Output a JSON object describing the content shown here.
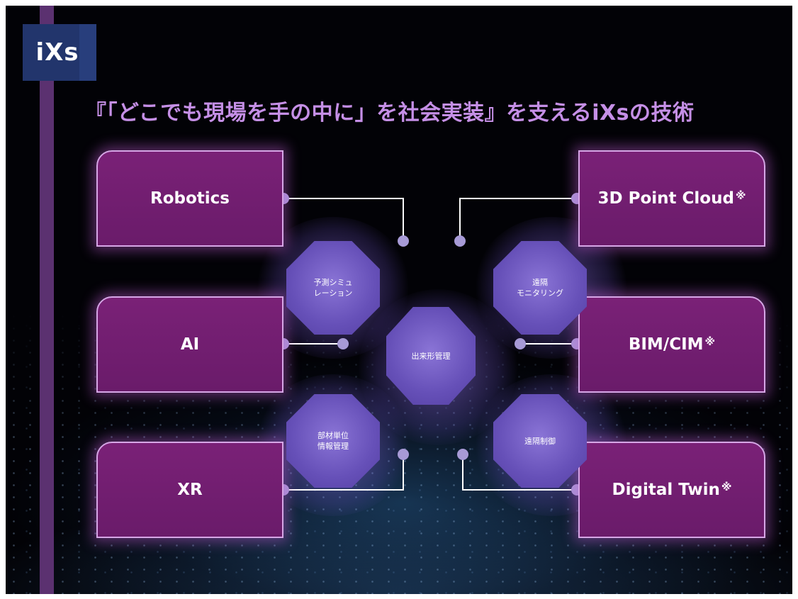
{
  "logo": {
    "text": "iXs"
  },
  "title": "『「どこでも現場を手の中に」を社会実装』を支えるiXsの技術",
  "technologies": {
    "robotics": {
      "label": "Robotics",
      "mark": ""
    },
    "point_cloud": {
      "label": "3D Point Cloud",
      "mark": "※"
    },
    "ai": {
      "label": "AI",
      "mark": ""
    },
    "bim_cim": {
      "label": "BIM/CIM",
      "mark": "※"
    },
    "xr": {
      "label": "XR",
      "mark": ""
    },
    "digital_twin": {
      "label": "Digital Twin",
      "mark": "※"
    }
  },
  "applications": {
    "prediction": {
      "line1": "予測シミュ",
      "line2": "レーション"
    },
    "monitoring": {
      "line1": "遠隔",
      "line2": "モニタリング"
    },
    "as_built": {
      "line1": "出来形管理"
    },
    "member_info": {
      "line1": "部材単位",
      "line2": "情報管理"
    },
    "remote_control": {
      "line1": "遠隔制御"
    }
  },
  "colors": {
    "box_fill": "#6e1d6e",
    "box_border": "#d6a6e6",
    "octagon_fill": "#6650b8",
    "title": "#c58fe6",
    "connector": "#ffffff",
    "connector_dot": "#a79ad6",
    "stripe": "#5b3170",
    "logo_bg": "#283e7c"
  }
}
